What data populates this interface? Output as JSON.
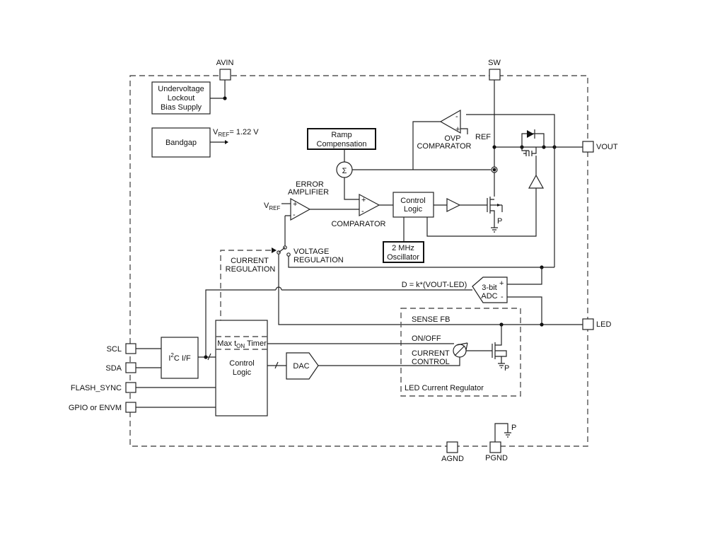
{
  "pins": {
    "avin": "AVIN",
    "sw": "SW",
    "vout": "VOUT",
    "led": "LED",
    "scl": "SCL",
    "sda": "SDA",
    "flash_sync": "FLASH_SYNC",
    "gpio": "GPIO or ENVM",
    "agnd": "AGND",
    "pgnd": "PGND"
  },
  "blocks": {
    "uvlo": [
      "Undervoltage",
      "Lockout",
      "Bias Supply"
    ],
    "bandgap": "Bandgap",
    "vref_out": "= 1.22 V",
    "ramp": [
      "Ramp",
      "Compensation"
    ],
    "sigma": "Σ",
    "ovp": [
      "OVP",
      "COMPARATOR"
    ],
    "ref": "REF",
    "error_amp": [
      "ERROR",
      "AMPLIFIER"
    ],
    "comparator": "COMPARATOR",
    "control_logic_top": [
      "Control",
      "Logic"
    ],
    "oscillator": [
      "2 MHz",
      "Oscillator"
    ],
    "current_regulation": [
      "CURRENT",
      "REGULATION"
    ],
    "voltage_regulation": [
      "VOLTAGE",
      "REGULATION"
    ],
    "d_equation": "D = k*(VOUT-LED)",
    "adc": [
      "3-bit",
      "ADC"
    ],
    "sense_fb": "SENSE FB",
    "on_off": "ON/OFF",
    "current_control": [
      "CURRENT",
      "CONTROL"
    ],
    "led_current_regulator": "LED Current Regulator",
    "i2c": [
      "I",
      "2",
      "C I/F"
    ],
    "max_ton_timer": [
      "Max t",
      "ON",
      " Timer"
    ],
    "control_logic_bottom": [
      "Control",
      "Logic"
    ],
    "dac": "DAC",
    "p_label": "P",
    "plus": "+",
    "minus": "-"
  }
}
